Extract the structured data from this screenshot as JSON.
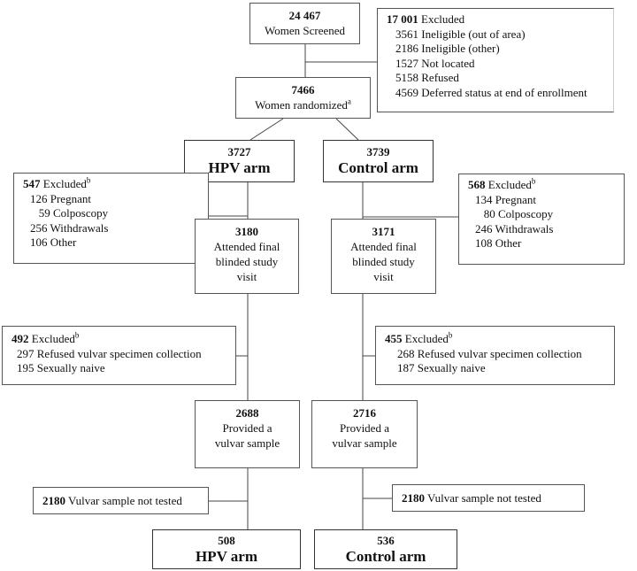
{
  "screened": {
    "n": "24 467",
    "label": "Women Screened"
  },
  "excluded_top": {
    "n": "17 001",
    "label": "Excluded",
    "items": [
      {
        "n": "3561",
        "label": "Ineligible (out of area)"
      },
      {
        "n": "2186",
        "label": "Ineligible (other)"
      },
      {
        "n": "1527",
        "label": "Not located"
      },
      {
        "n": "5158",
        "label": "Refused"
      },
      {
        "n": "4569",
        "label": "Deferred status at end of enrollment"
      }
    ]
  },
  "randomized": {
    "n": "7466",
    "label": "Women randomized",
    "sup": "a"
  },
  "hpv_arm": {
    "n": "3727",
    "label": "HPV arm"
  },
  "control_arm": {
    "n": "3739",
    "label": "Control arm"
  },
  "hpv_excluded_1": {
    "n": "547",
    "label": "Excluded",
    "sup": "b",
    "items": [
      {
        "n": "126",
        "label": "Pregnant"
      },
      {
        "n": "59",
        "label": "Colposcopy"
      },
      {
        "n": "256",
        "label": "Withdrawals"
      },
      {
        "n": "106",
        "label": "Other"
      }
    ]
  },
  "control_excluded_1": {
    "n": "568",
    "label": "Excluded",
    "sup": "b",
    "items": [
      {
        "n": "134",
        "label": "Pregnant"
      },
      {
        "n": "80",
        "label": "Colposcopy"
      },
      {
        "n": "246",
        "label": "Withdrawals"
      },
      {
        "n": "108",
        "label": "Other"
      }
    ]
  },
  "hpv_attended": {
    "n": "3180",
    "lines": [
      "Attended final",
      "blinded study",
      "visit"
    ]
  },
  "control_attended": {
    "n": "3171",
    "lines": [
      "Attended final",
      "blinded study",
      "visit"
    ]
  },
  "hpv_excluded_2": {
    "n": "492",
    "label": "Excluded",
    "sup": "b",
    "items": [
      {
        "n": "297",
        "label": "Refused vulvar specimen collection"
      },
      {
        "n": "195",
        "label": "Sexually naive"
      }
    ]
  },
  "control_excluded_2": {
    "n": "455",
    "label": "Excluded",
    "sup": "b",
    "items": [
      {
        "n": "268",
        "label": "Refused vulvar specimen collection"
      },
      {
        "n": "187",
        "label": "Sexually naive"
      }
    ]
  },
  "hpv_provided": {
    "n": "2688",
    "lines": [
      "Provided a",
      "vulvar sample"
    ]
  },
  "control_provided": {
    "n": "2716",
    "lines": [
      "Provided a",
      "vulvar sample"
    ]
  },
  "hpv_not_tested": {
    "n": "2180",
    "label": "Vulvar sample not tested"
  },
  "control_not_tested": {
    "n": "2180",
    "label": "Vulvar sample not tested"
  },
  "hpv_final": {
    "n": "508",
    "label": "HPV arm"
  },
  "control_final": {
    "n": "536",
    "label": "Control arm"
  }
}
